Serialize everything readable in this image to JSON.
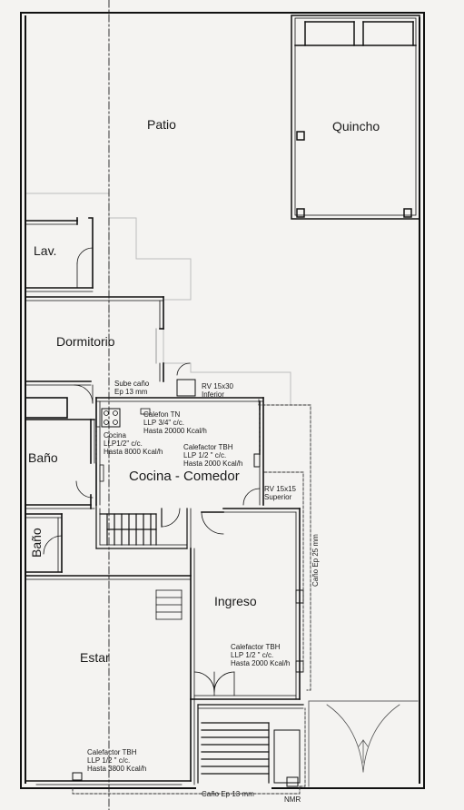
{
  "rooms": {
    "patio": "Patio",
    "quincho": "Quincho",
    "lav": "Lav.",
    "dormitorio": "Dormitorio",
    "bano_1": "Baño",
    "bano_2": "Baño",
    "cocina_comedor": "Cocina - Comedor",
    "ingreso": "Ingreso",
    "estar": "Estar"
  },
  "notes": {
    "sube_cano": "Sube caño\nEp 13 mm",
    "rv_inferior": "RV 15x30\nInferior",
    "calefon": "Calefon TN\nLLP 3/4\" c/c.\nHasta 20000 Kcal/h",
    "cocina": "Cocina\nLLP1/2\" c/c.\nHasta 8000 Kcal/h",
    "calefactor_cocina": "Calefactor TBH\nLLP 1/2 \" c/c.\nHasta 2000 Kcal/h",
    "rv_superior": "RV 15x15\nSuperior",
    "cano_vertical": "Caño Ep 25 mm",
    "calefactor_ingreso": "Calefactor TBH\nLLP 1/2 \" c/c.\nHasta 2000 Kcal/h",
    "calefactor_estar": "Calefactor TBH\nLLP 1/2 \" c/c.\nHasta 3800 Kcal/h",
    "cano_inferior": "Caño Ep 13 mm",
    "nmr": "NMR"
  },
  "colors": {
    "wall": "#111111",
    "line": "#333333",
    "light": "#b8b8b8",
    "paper": "#f4f3f1"
  }
}
